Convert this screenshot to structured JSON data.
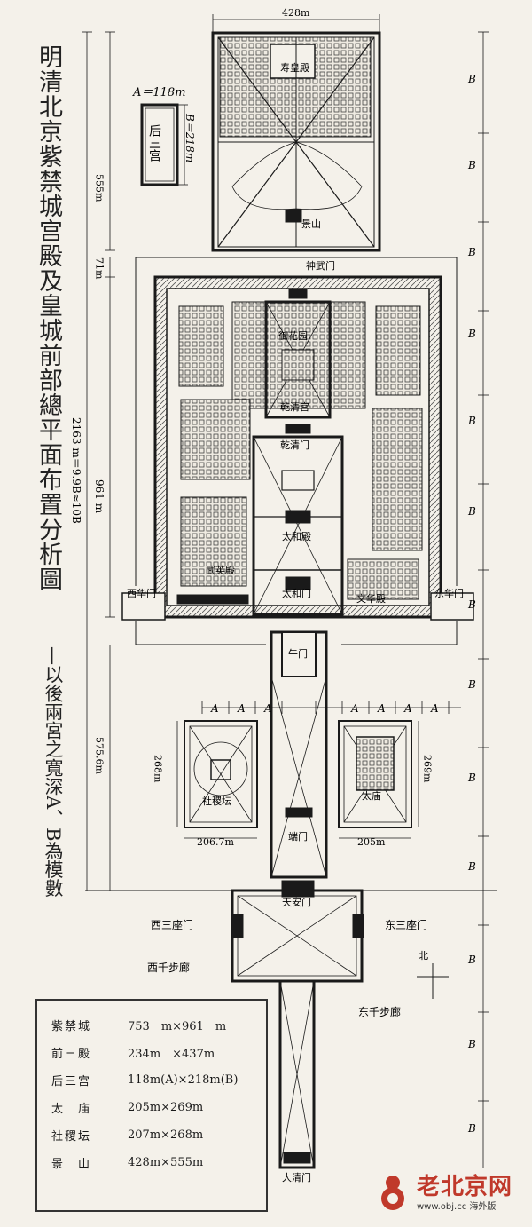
{
  "title": "明清北京紫禁城宫殿及皇城前部總平面布置分析圖",
  "subtitle": "—以後兩宮之寬深A、B為模數",
  "module": {
    "a": "A＝118m",
    "b": "B＝218m",
    "box": "后三宫"
  },
  "dims": {
    "top_width": "428m",
    "jingshan_height": "555m",
    "gap": "71m",
    "palace_height": "961 m",
    "total": "2163 m＝9.9B≈10B",
    "front_height": "575.6m",
    "sheji_h": "268m",
    "taimiao_h": "269m",
    "sheji_w": "206.7m",
    "taimiao_w": "205m",
    "a_mark": "A",
    "b_mark": "B"
  },
  "buildings": {
    "shouhuang": "寿皇殿",
    "jingshan": "景山",
    "shenwu": "神武门",
    "yuhuayuan": "御花园",
    "qianqing_gong": "乾清宫",
    "qianqing_men": "乾清门",
    "taihe_dian": "太和殿",
    "taihe_men": "太和门",
    "wuying": "武英殿",
    "wenhua": "文华殿",
    "xihua": "西华门",
    "donghua": "东华门",
    "wu_men": "午门",
    "sheji": "社稷坛",
    "taimiao": "太庙",
    "duan_men": "端门",
    "tianan": "天安门",
    "xisanzuo": "西三座门",
    "dongsanzuo": "东三座门",
    "xiqianbu": "西千步廊",
    "dongqianbu": "东千步廊",
    "daqing": "大清门",
    "north": "北"
  },
  "legend": [
    {
      "name": "紫禁城",
      "value": "753　m×961　m"
    },
    {
      "name": "前三殿",
      "value": "234m　×437m"
    },
    {
      "name": "后三宫",
      "value": "118m(A)×218m(B)"
    },
    {
      "name": "太　庙",
      "value": "205m×269m"
    },
    {
      "name": "社稷坛",
      "value": "207m×268m"
    },
    {
      "name": "景　山",
      "value": "428m×555m"
    }
  ],
  "logo": {
    "name": "老北京网",
    "url": "www.obj.cc 海外版"
  },
  "colors": {
    "ink": "#1a1a1a",
    "paper": "#f4f1ea",
    "brand": "#c0392b"
  }
}
